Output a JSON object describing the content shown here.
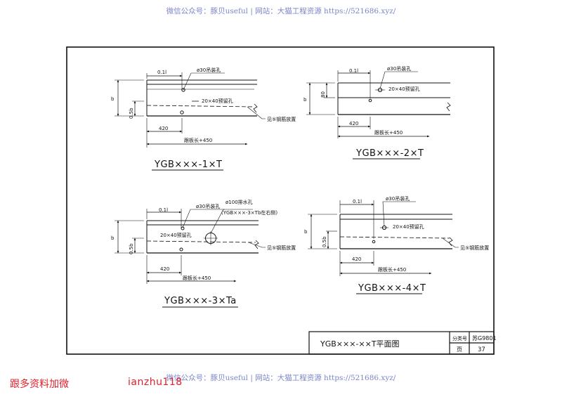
{
  "watermark_top": "微信公众号：豚贝useful | 网站：大猫工程资源 https://521686.xyz/",
  "watermark_bottom": "微信公众号：豚贝useful | 网站：大猫工程资源 https://521686.xyz/",
  "promo_left": "跟多资料加微",
  "promo_right": "ianzhu118",
  "common": {
    "dim_01l": "0.1l",
    "hole30": "ø30吊装孔",
    "hole2040": "20×40预留孔",
    "dim_b": "b",
    "dim_420": "420",
    "beam_len": "跟板长+450",
    "see_note": "见⑤钢筋放置"
  },
  "panel1": {
    "title": "YGB×××-1×T",
    "dim_side": "0.5b"
  },
  "panel2": {
    "title": "YGB×××-2×T",
    "dim_side": "80"
  },
  "panel3": {
    "title": "YGB×××-3×Ta",
    "dim_side": "0.5b",
    "hole100": "ø100排水孔",
    "hole100_note": "(YGB×××-3×Tb在右侧)"
  },
  "panel4": {
    "title": "YGB×××-4×T",
    "dim_side": "0.5b"
  },
  "titleblock": {
    "drawing_name": "YGB×××-××T平面图",
    "label_code": "分类号",
    "code": "苏G9801",
    "label_page": "页",
    "page": "37"
  }
}
